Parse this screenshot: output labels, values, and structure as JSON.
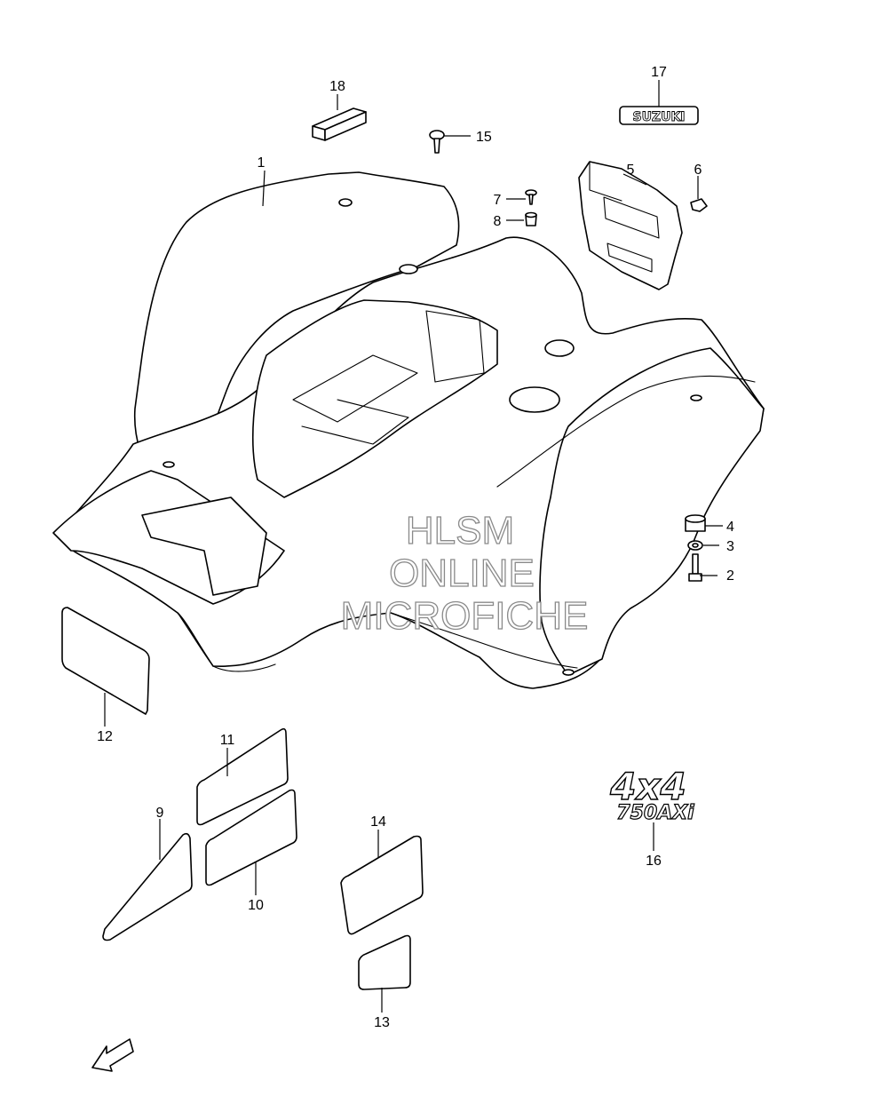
{
  "callouts": [
    "1",
    "2",
    "3",
    "4",
    "5",
    "6",
    "7",
    "8",
    "9",
    "10",
    "11",
    "12",
    "13",
    "14",
    "15",
    "16",
    "17",
    "18"
  ],
  "watermark": {
    "line1": "HLSM",
    "line2": "ONLINE",
    "line3": "MICROFICHE"
  },
  "emblem_17": "SUZUKI",
  "emblem_16": {
    "line1": "4x4",
    "line2": "750AXi"
  },
  "direction_arrow": "FWD"
}
